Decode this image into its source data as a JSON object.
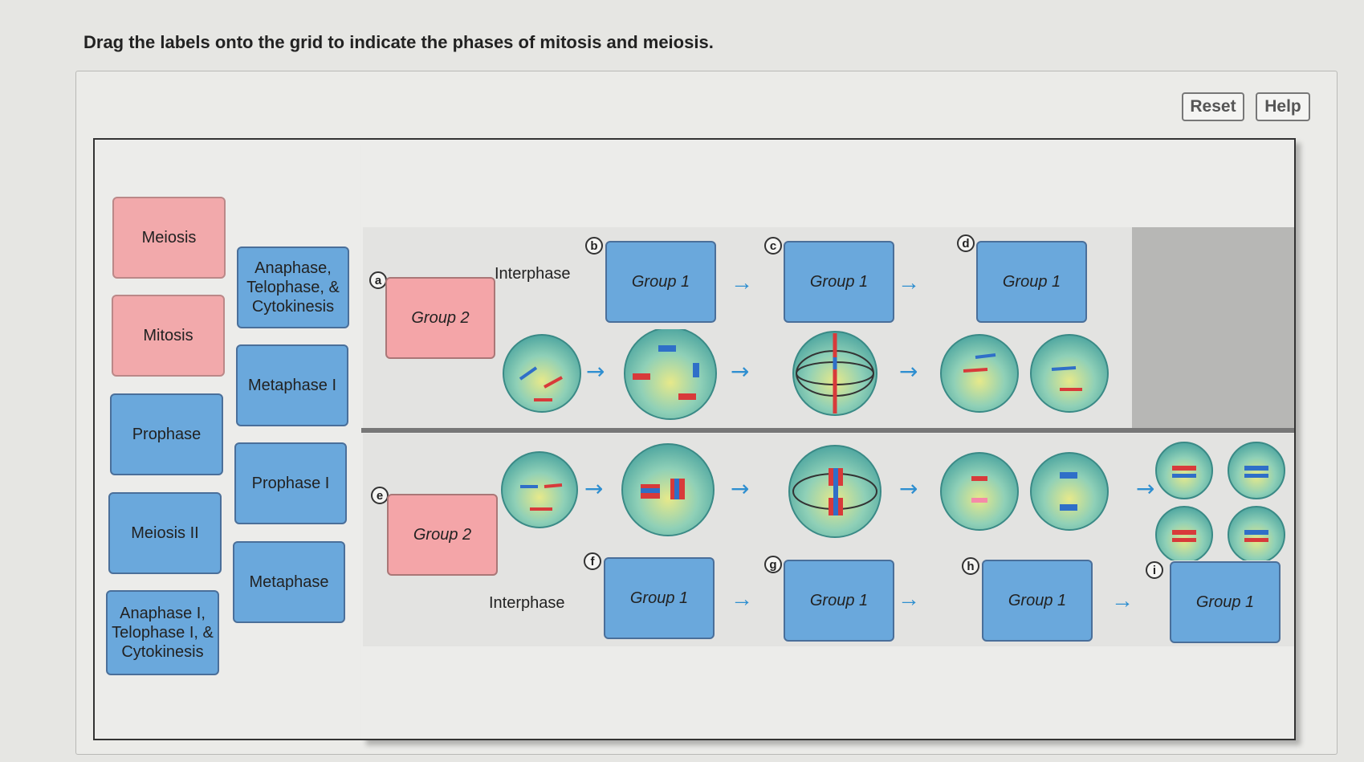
{
  "instructions": "Drag the labels onto the grid to indicate the phases of mitosis and meiosis.",
  "toolbar": {
    "reset_label": "Reset",
    "help_label": "Help"
  },
  "label_bank": [
    {
      "text": "Meiosis",
      "color": "pink"
    },
    {
      "text": "Mitosis",
      "color": "pink"
    },
    {
      "text": "Prophase",
      "color": "blue"
    },
    {
      "text": "Meiosis II",
      "color": "blue"
    },
    {
      "text": "Anaphase I, Telophase I, & Cytokinesis",
      "color": "blue"
    },
    {
      "text": "Anaphase, Telophase, & Cytokinesis",
      "color": "blue"
    },
    {
      "text": "Metaphase I",
      "color": "blue"
    },
    {
      "text": "Prophase I",
      "color": "blue"
    },
    {
      "text": "Metaphase",
      "color": "blue"
    }
  ],
  "grid": {
    "interphase_label": "Interphase",
    "targets": [
      {
        "letter": "a",
        "text": "Group 2",
        "color": "pink"
      },
      {
        "letter": "b",
        "text": "Group 1",
        "color": "blue"
      },
      {
        "letter": "c",
        "text": "Group 1",
        "color": "blue"
      },
      {
        "letter": "d",
        "text": "Group 1",
        "color": "blue"
      },
      {
        "letter": "e",
        "text": "Group 2",
        "color": "pink"
      },
      {
        "letter": "f",
        "text": "Group 1",
        "color": "blue"
      },
      {
        "letter": "g",
        "text": "Group 1",
        "color": "blue"
      },
      {
        "letter": "h",
        "text": "Group 1",
        "color": "blue"
      },
      {
        "letter": "i",
        "text": "Group 1",
        "color": "blue"
      }
    ]
  },
  "colors": {
    "pink": "#f2a9ab",
    "blue": "#6aa8dc",
    "arrow": "#2f8fd0"
  }
}
